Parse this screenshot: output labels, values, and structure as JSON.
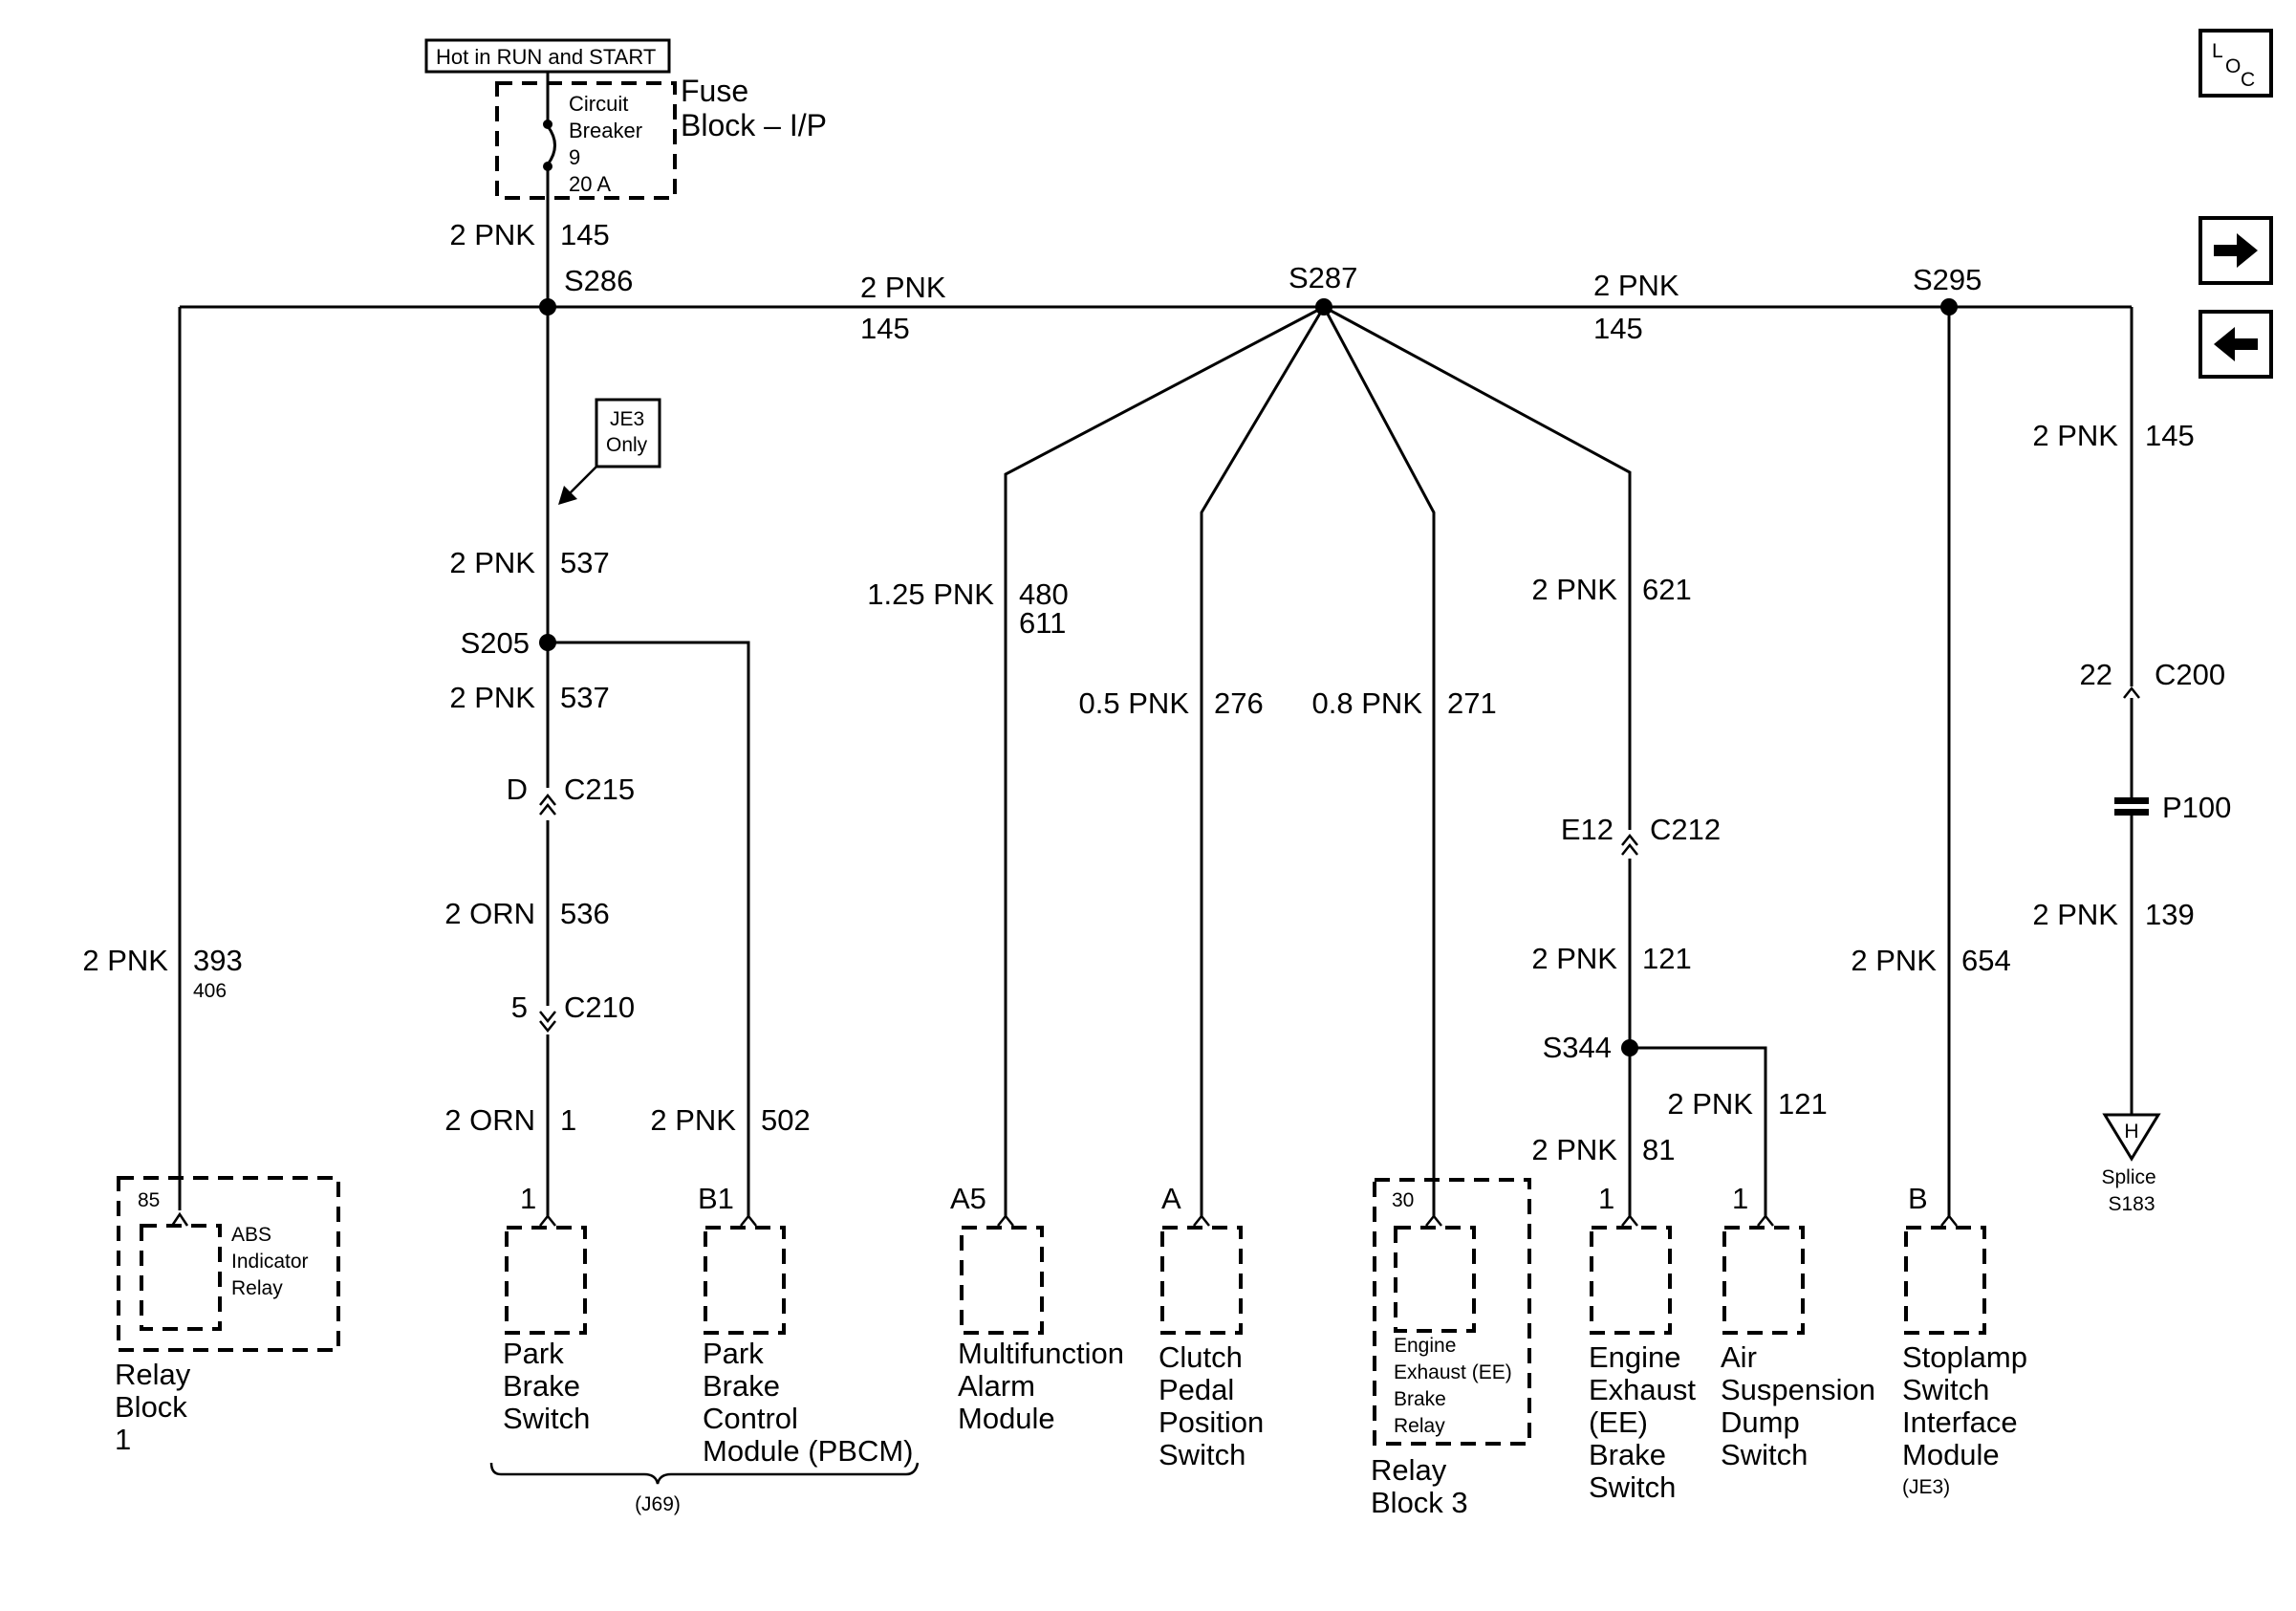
{
  "fuse": {
    "hot_label": "Hot in RUN and START",
    "cb_lines": [
      "Circuit",
      "Breaker",
      "9",
      "20 A"
    ],
    "block_lines": [
      "Fuse",
      "Block – I/P"
    ]
  },
  "nav": {
    "loc_icon": "loc-icon",
    "next_icon": "arrow-right-icon",
    "prev_icon": "arrow-left-icon",
    "loc_letters": [
      "L",
      "O",
      "C"
    ]
  },
  "splices": {
    "s286": "S286",
    "s287": "S287",
    "s295": "S295",
    "s205": "S205",
    "s344": "S344",
    "s183": [
      "Splice",
      "S183"
    ],
    "s183_pin": "H"
  },
  "wires": {
    "top_145_size": "2 PNK",
    "top_145_num": "145",
    "trunk_left_size": "2 PNK",
    "trunk_left_num": "145",
    "trunk_right_size": "2 PNK",
    "trunk_right_num": "145",
    "right_145_size": "2 PNK",
    "right_145_num": "145",
    "w537a_size": "2 PNK",
    "w537a_num": "537",
    "w537b_size": "2 PNK",
    "w537b_num": "537",
    "w536_size": "2 ORN",
    "w536_num": "536",
    "w1_size": "2 ORN",
    "w1_num": "1",
    "w502_size": "2 PNK",
    "w502_num": "502",
    "w393_size": "2 PNK",
    "w393_num": "393",
    "w393_alt": "406",
    "w480_size": "1.25 PNK",
    "w480_num": "480",
    "w480_alt": "611",
    "w276_size": "0.5 PNK",
    "w276_num": "276",
    "w271_size": "0.8 PNK",
    "w271_num": "271",
    "w621_size": "2 PNK",
    "w621_num": "621",
    "w121a_size": "2 PNK",
    "w121a_num": "121",
    "w121b_size": "2 PNK",
    "w121b_num": "121",
    "w81_size": "2 PNK",
    "w81_num": "81",
    "w654_size": "2 PNK",
    "w654_num": "654",
    "w139_size": "2 PNK",
    "w139_num": "139"
  },
  "connectors": {
    "c215_pin": "D",
    "c215": "C215",
    "c210_pin": "5",
    "c210": "C210",
    "c212_pin": "E12",
    "c212": "C212",
    "c200_pin": "22",
    "c200": "C200",
    "p100": "P100"
  },
  "option_note": [
    "JE3",
    "Only"
  ],
  "components": {
    "relay_block1": {
      "pin": "85",
      "inner": [
        "ABS",
        "Indicator",
        "Relay"
      ],
      "label": [
        "Relay",
        "Block",
        "1"
      ]
    },
    "park_brake_switch": {
      "pin": "1",
      "label": [
        "Park",
        "Brake",
        "Switch"
      ]
    },
    "pbcm": {
      "pin": "B1",
      "label": [
        "Park",
        "Brake",
        "Control",
        "Module (PBCM)"
      ]
    },
    "j69": "(J69)",
    "multifunction": {
      "pin": "A5",
      "label": [
        "Multifunction",
        "Alarm",
        "Module"
      ]
    },
    "clutch": {
      "pin": "A",
      "label": [
        "Clutch",
        "Pedal",
        "Position",
        "Switch"
      ]
    },
    "relay_block3": {
      "pin": "30",
      "inner": [
        "Engine",
        "Exhaust (EE)",
        "Brake",
        "Relay"
      ],
      "label": [
        "Relay",
        "Block 3"
      ]
    },
    "ee_brake_switch": {
      "pin": "1",
      "label": [
        "Engine",
        "Exhaust",
        "(EE)",
        "Brake",
        "Switch"
      ]
    },
    "air_susp": {
      "pin": "1",
      "label": [
        "Air",
        "Suspension",
        "Dump",
        "Switch"
      ]
    },
    "stoplamp": {
      "pin": "B",
      "label": [
        "Stoplamp",
        "Switch",
        "Interface",
        "Module"
      ],
      "note": "(JE3)"
    }
  }
}
